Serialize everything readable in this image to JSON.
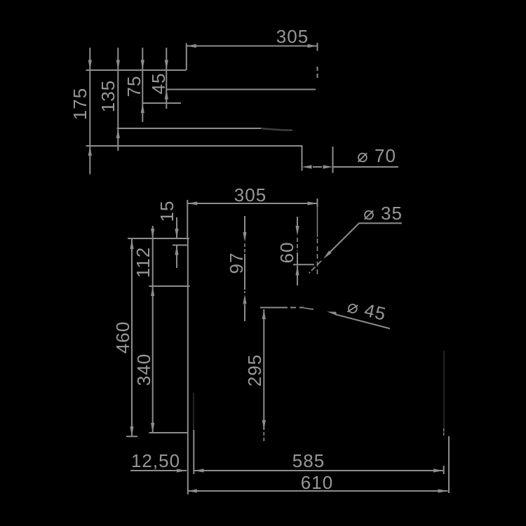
{
  "drawing": {
    "type": "engineering-dimension-drawing",
    "background_color": "#000000",
    "line_color": "#8d8d8d",
    "dark_edge_color": "#3e3e3e",
    "text_color": "#979797"
  },
  "dims": {
    "top_305": {
      "label": "305"
    },
    "d175": {
      "label": "175"
    },
    "d135": {
      "label": "135"
    },
    "d75": {
      "label": "75"
    },
    "d45": {
      "label": "45"
    },
    "dia70": {
      "label": "⌀ 70"
    },
    "low_305": {
      "label": "305"
    },
    "d15": {
      "label": "15"
    },
    "d112": {
      "label": "112"
    },
    "d460": {
      "label": "460"
    },
    "d340": {
      "label": "340"
    },
    "d60": {
      "label": "60"
    },
    "d97": {
      "label": "97"
    },
    "dia35": {
      "label": "⌀ 35"
    },
    "dia45": {
      "label": "⌀ 45"
    },
    "d295": {
      "label": "295"
    },
    "d12_50": {
      "label": "12,50"
    },
    "d585": {
      "label": "585"
    },
    "d610": {
      "label": "610"
    }
  }
}
